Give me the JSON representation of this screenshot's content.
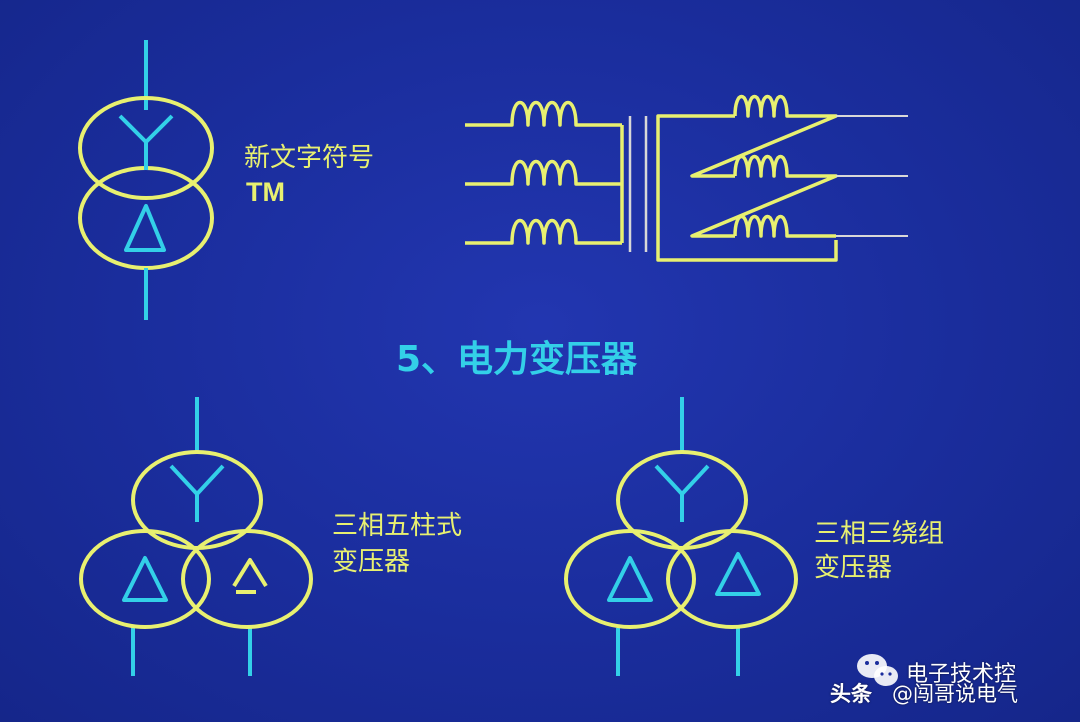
{
  "colors": {
    "background": "#1a2d9c",
    "winding": "#e8f070",
    "lead": "#33d0e8",
    "title": "#33d0e8"
  },
  "labels": {
    "new_symbol_line1": "新文字符号",
    "new_symbol_line2": "TM",
    "section_title": "5、电力变压器",
    "five_limb_line1": "三相五柱式",
    "five_limb_line2": "变压器",
    "three_winding_line1": "三相三绕组",
    "three_winding_line2": "变压器"
  },
  "watermark": {
    "line1": "电子技术控",
    "line2_prefix": "头条",
    "line2_handle": "@闯哥说电气",
    "icon": "wechat-icon"
  }
}
